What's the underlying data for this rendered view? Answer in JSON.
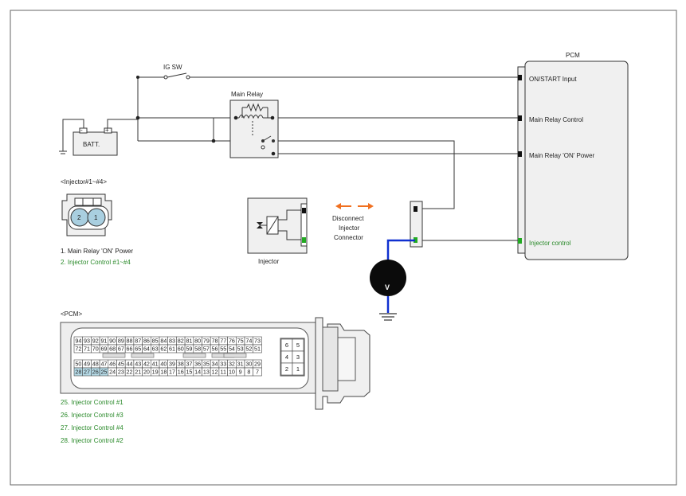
{
  "labels": {
    "ig_sw": "IG SW",
    "batt": "BATT.",
    "batt_neg": "-",
    "batt_pos": "+",
    "main_relay": "Main Relay",
    "pcm_title": "PCM",
    "on_start_input": "ON/START Input",
    "main_relay_control": "Main Relay Control",
    "main_relay_on_power": "Main Relay 'ON' Power",
    "injector_control": "Injector control",
    "injector": "Injector",
    "disconnect_l1": "Disconnect",
    "disconnect_l2": "Injector",
    "disconnect_l3": "Connector",
    "voltmeter": "V"
  },
  "injector_connector": {
    "title": "<Injector#1~#4>",
    "pins": [
      "2",
      "1"
    ],
    "legend": [
      "1. Main Relay 'ON' Power",
      "2. Injector Control #1~#4"
    ]
  },
  "pcm_connector": {
    "title": "<PCM>",
    "row1": [
      "94",
      "93",
      "92",
      "91",
      "90",
      "89",
      "88",
      "87",
      "86",
      "85",
      "84",
      "83",
      "82",
      "81",
      "80",
      "79",
      "78",
      "77",
      "76",
      "75",
      "74",
      "73"
    ],
    "row2": [
      "72",
      "71",
      "70",
      "69",
      "68",
      "67",
      "66",
      "65",
      "64",
      "63",
      "62",
      "61",
      "60",
      "59",
      "58",
      "57",
      "56",
      "55",
      "54",
      "53",
      "52",
      "51"
    ],
    "row3": [
      "50",
      "49",
      "48",
      "47",
      "46",
      "45",
      "44",
      "43",
      "42",
      "41",
      "40",
      "39",
      "38",
      "37",
      "36",
      "35",
      "34",
      "33",
      "32",
      "31",
      "30",
      "29"
    ],
    "row4": [
      "28",
      "27",
      "26",
      "25",
      "24",
      "23",
      "22",
      "21",
      "20",
      "19",
      "18",
      "17",
      "16",
      "15",
      "14",
      "13",
      "12",
      "11",
      "10",
      "9",
      "8",
      "7"
    ],
    "highlighted": [
      "28",
      "27",
      "26",
      "25"
    ],
    "side_pins": [
      [
        "6",
        "5"
      ],
      [
        "4",
        "3"
      ],
      [
        "2",
        "1"
      ]
    ],
    "legend": [
      "25. Injector Control #1",
      "26. Injector Control #3",
      "27. Injector Control #4",
      "28. Injector Control #2"
    ]
  },
  "colors": {
    "frame": "#555555",
    "wire": "#333333",
    "box_fill": "#f0f0f0",
    "green_text": "#2a8a2a",
    "terminal_green": "#22aa22",
    "probe_blue": "#1030d0",
    "arrow_orange": "#f07020",
    "pin_fill": "#a9cfe0",
    "highlight_cell": "#b6dbe8"
  }
}
